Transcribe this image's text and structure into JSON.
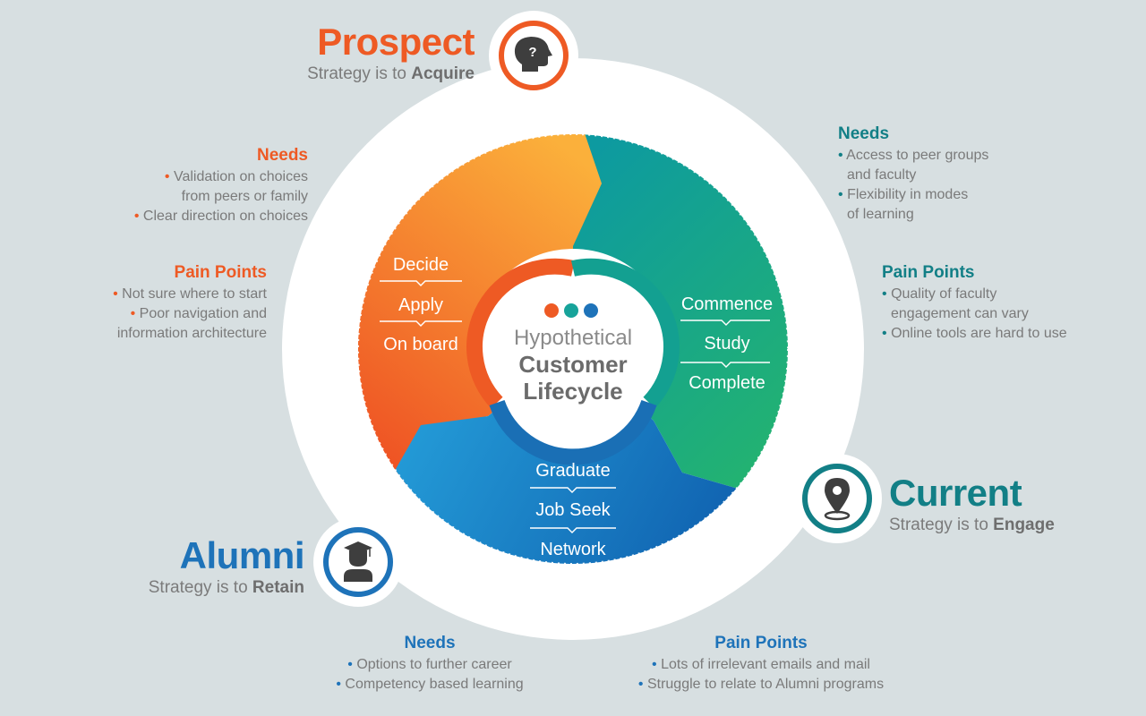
{
  "center": {
    "line1": "Hypothetical",
    "line2": "Customer",
    "line3": "Lifecycle",
    "dot_colors": [
      "#ee5a24",
      "#17a39a",
      "#1e73b9"
    ]
  },
  "colors": {
    "prospect": "#ee5a24",
    "current": "#127f86",
    "alumni": "#1e73b9",
    "background": "#d7dfe1"
  },
  "prospect": {
    "title": "Prospect",
    "strategy_prefix": "Strategy is to ",
    "strategy_word": "Acquire",
    "icon": "head-question-icon",
    "steps": [
      "Decide",
      "Apply",
      "On board"
    ],
    "needs": {
      "title": "Needs",
      "items": [
        [
          "Validation on choices",
          "from peers or family"
        ],
        [
          "Clear direction on choices"
        ]
      ]
    },
    "pain_points": {
      "title": "Pain Points",
      "items": [
        [
          "Not sure where to start"
        ],
        [
          "Poor navigation and",
          "information architecture"
        ]
      ]
    }
  },
  "current": {
    "title": "Current",
    "strategy_prefix": "Strategy is to ",
    "strategy_word": "Engage",
    "icon": "location-pin-icon",
    "steps": [
      "Commence",
      "Study",
      "Complete"
    ],
    "needs": {
      "title": "Needs",
      "items": [
        [
          "Access to peer groups",
          "and faculty"
        ],
        [
          "Flexibility in modes",
          "of learning"
        ]
      ]
    },
    "pain_points": {
      "title": "Pain Points",
      "items": [
        [
          "Quality of faculty",
          "engagement can vary"
        ],
        [
          "Online tools are hard to use"
        ]
      ]
    }
  },
  "alumni": {
    "title": "Alumni",
    "strategy_prefix": "Strategy is to ",
    "strategy_word": "Retain",
    "icon": "graduate-icon",
    "steps": [
      "Graduate",
      "Job Seek",
      "Network"
    ],
    "needs": {
      "title": "Needs",
      "items": [
        [
          "Options to further career"
        ],
        [
          "Competency based learning"
        ]
      ]
    },
    "pain_points": {
      "title": "Pain Points",
      "items": [
        [
          "Lots of irrelevant emails and mail"
        ],
        [
          "Struggle to relate to Alumni programs"
        ]
      ]
    }
  }
}
